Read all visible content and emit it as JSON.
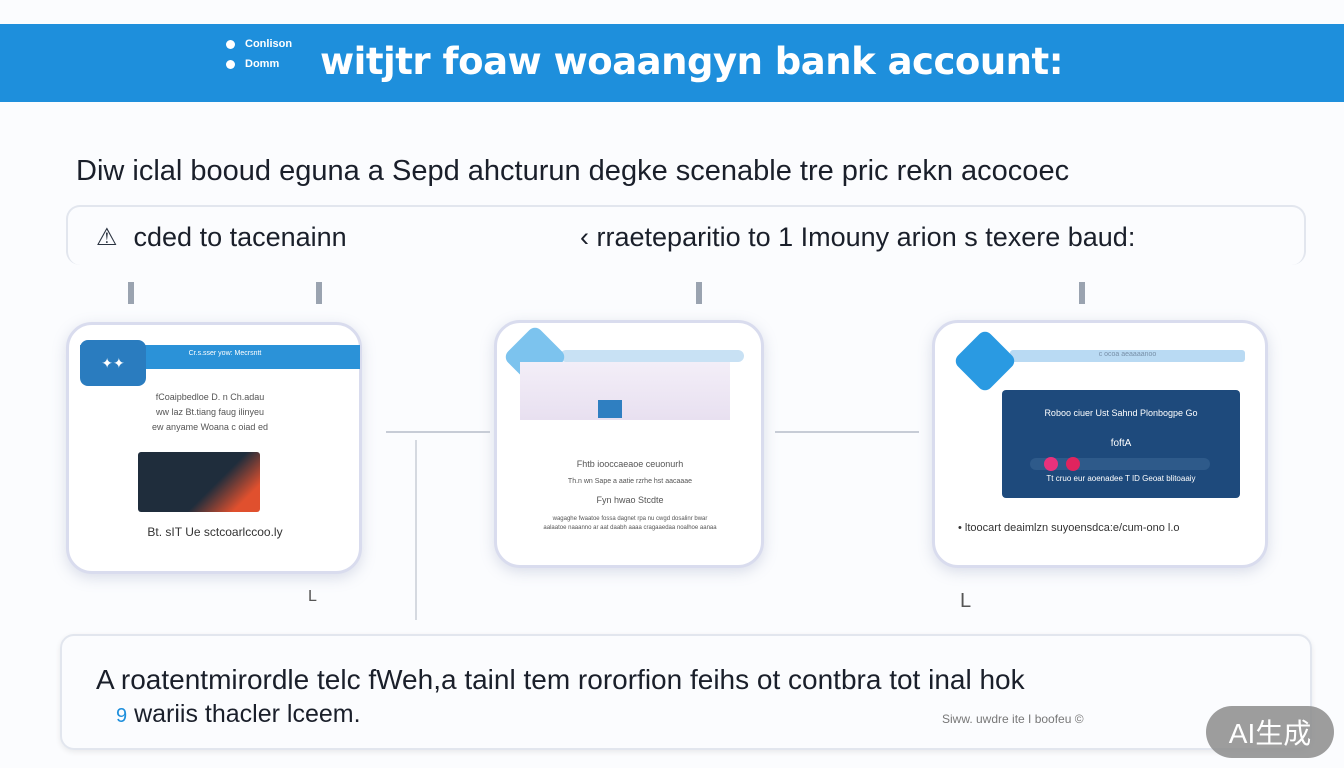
{
  "header": {
    "bullets": [
      "Conlison",
      "Domm"
    ],
    "title": "witjtr  foaw woaangyn bank account:"
  },
  "subtitle": "Diw iclal booud eguna a Sepd ahcturun degke scenable tre pric rekn acocoec",
  "steps": {
    "left": "cded to  tacenainn",
    "right": "rraeteparitio to 1 Imouny arion s texere baud:"
  },
  "cards": [
    {
      "header": "Cr.s.sser yow: Mecrsntt",
      "lines": [
        "fCoaipbedloe  D. n Ch.adau",
        "ww laz Bt.tiang faug ilinyeu",
        "ew anyame Woana  c oiad ed"
      ],
      "caption": "Bt. sIT Ue sctcoarlccoo.ly"
    },
    {
      "lines": [
        "Fhtb iooccaeaoe ceuonurh",
        "Th.n wn Sape a aatie rzrhe hst aacaaae",
        "Fyn  hwao   Stcdte"
      ],
      "footer": [
        "wagaghe fwaatoe fossa dagnet rpa nu cwgd dosalinr bwar",
        "aalaatoe naaanno ar aat daabh  aaaa cragaaedaa noalhoe aanaa"
      ]
    },
    {
      "bar_text": "c ocoa aeaaaanoo",
      "panel_title": "Roboo ciuer Ust Sahnd  Plonbogpe  Go",
      "panel_mid": "foftA",
      "panel_caption": "Tt cruo eur aoenadee T ID Geoat blitoaaiy",
      "caption": "ltoocart deaimlzn suyoensdca:e/cum-ono l.o",
      "progress": 0.22,
      "dot_colors": [
        "#e8327c",
        "#e0245e"
      ]
    }
  ],
  "bottom": {
    "line1": "A roatentmirordle telc fWeh,a tainl tem rororfion feihs ot contbra tot inal hok",
    "line2_prefix": "9",
    "line2": "wariis thacler lceem.",
    "note": "Siww.   uwdre ite I boofeu ©"
  },
  "watermark": "AI生成",
  "colors": {
    "banner": "#1e8fdc",
    "dark_panel": "#1e4a7c"
  }
}
